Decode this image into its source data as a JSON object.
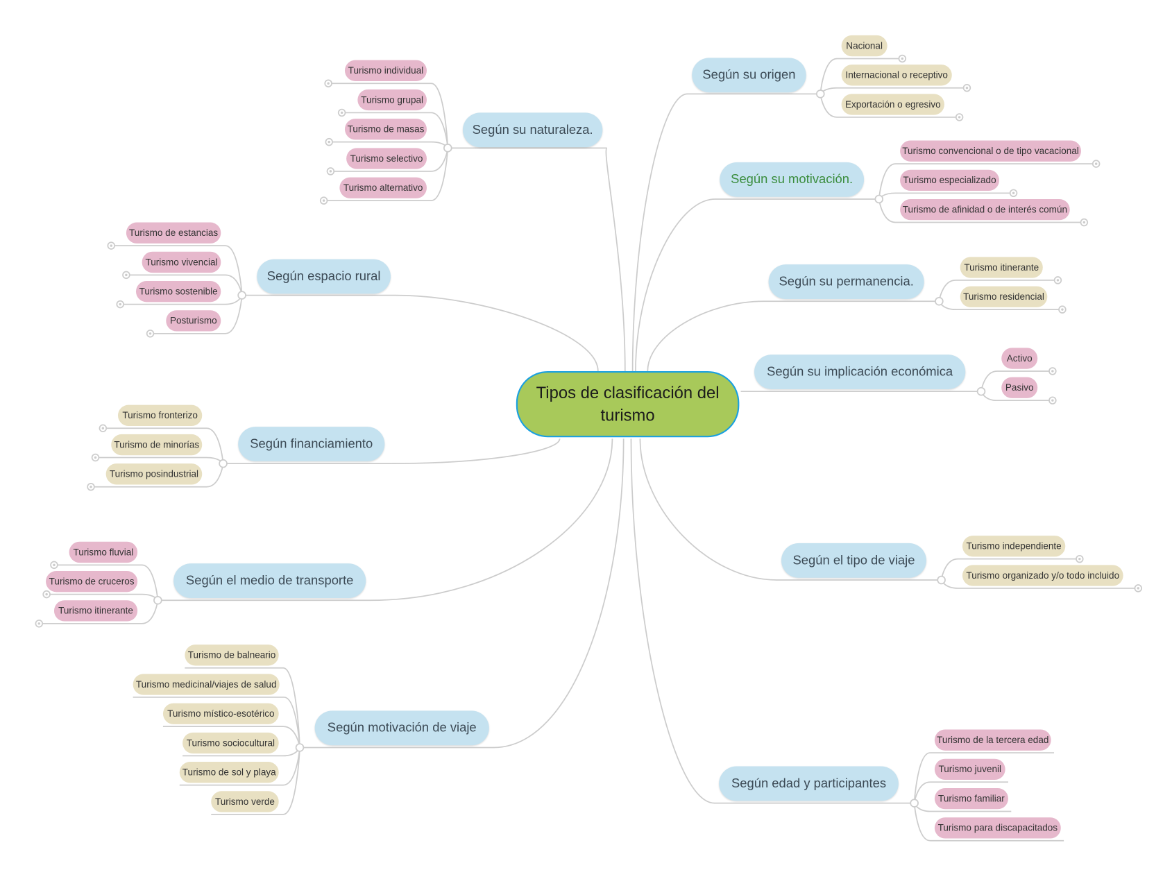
{
  "center": {
    "title": "Tipos de clasificación del turismo",
    "color": "#a8c95a",
    "border": "#1aa0e0"
  },
  "colors": {
    "branch": "#c5e2f0",
    "pink": "#e6b8cc",
    "beige": "#e8e0c2",
    "line": "#cccccc"
  },
  "branches": {
    "naturaleza": {
      "label": "Según su naturaleza.",
      "leaves": [
        "Turismo individual",
        "Turismo grupal",
        "Turismo de masas",
        "Turismo selectivo",
        "Turismo alternativo"
      ]
    },
    "origen": {
      "label": "Según su origen",
      "leaves": [
        "Nacional",
        "Internacional o receptivo",
        "Exportación o egresivo"
      ]
    },
    "motivacion": {
      "label": "Según su motivación.",
      "leaves": [
        "Turismo convencional o de tipo vacacional",
        "Turismo especializado",
        "Turismo de afinidad o de interés común"
      ]
    },
    "rural": {
      "label": "Según espacio rural",
      "leaves": [
        "Turismo de estancias",
        "Turismo vivencial",
        "Turismo sostenible",
        "Posturismo"
      ]
    },
    "permanencia": {
      "label": "Según su permanencia.",
      "leaves": [
        "Turismo itinerante",
        "Turismo residencial"
      ]
    },
    "economica": {
      "label": "Según su implicación económica",
      "leaves": [
        "Activo",
        "Pasivo"
      ]
    },
    "financiamiento": {
      "label": "Según financiamiento",
      "leaves": [
        "Turismo fronterizo",
        "Turismo de minorías",
        "Turismo posindustrial"
      ]
    },
    "tipoviaje": {
      "label": "Según el tipo de viaje",
      "leaves": [
        "Turismo independiente",
        "Turismo organizado y/o todo incluido"
      ]
    },
    "transporte": {
      "label": "Según el medio de transporte",
      "leaves": [
        "Turismo fluvial",
        "Turismo de cruceros",
        "Turismo itinerante"
      ]
    },
    "motivacionviaje": {
      "label": "Según motivación de viaje",
      "leaves": [
        "Turismo de balneario",
        "Turismo medicinal/viajes de salud",
        "Turismo místico-esotérico",
        "Turismo sociocultural",
        "Turismo de sol y playa",
        "Turismo verde"
      ]
    },
    "edad": {
      "label": "Según edad y participantes",
      "leaves": [
        "Turismo de la tercera edad",
        "Turismo juvenil",
        "Turismo familiar",
        "Turismo para discapacitados"
      ]
    }
  }
}
